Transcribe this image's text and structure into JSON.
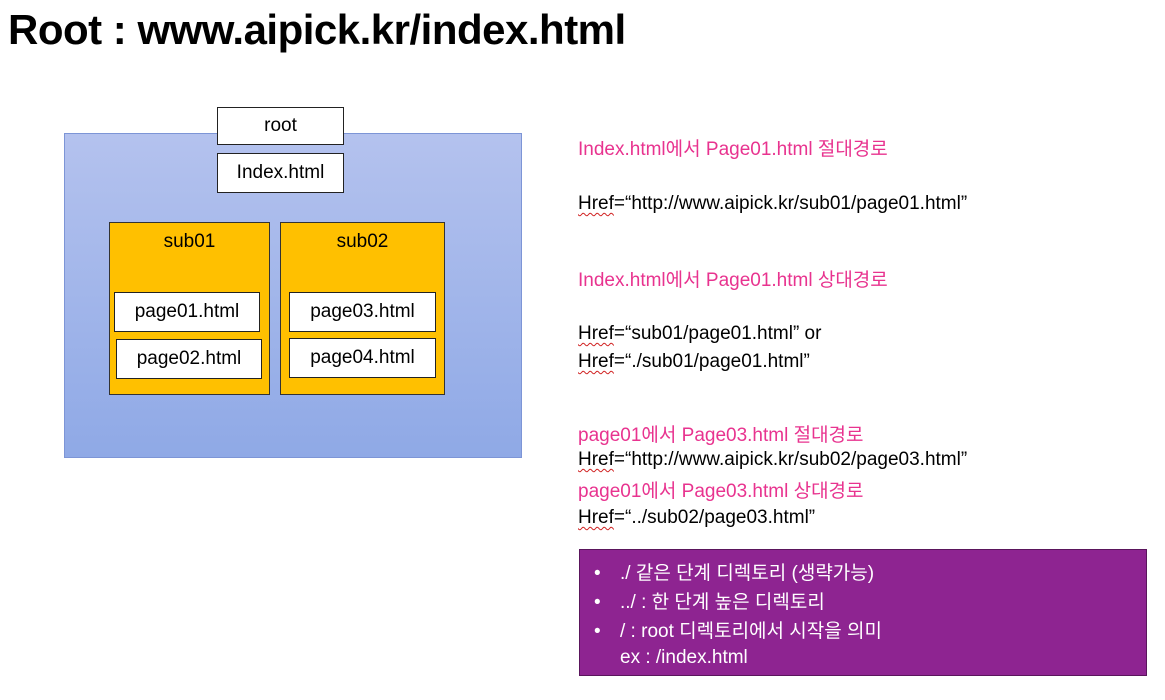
{
  "title": "Root : www.aipick.kr/index.html",
  "tree": {
    "root_label": "root",
    "index_label": "Index.html",
    "folders": [
      {
        "name": "sub01",
        "files": [
          "page01.html",
          "page02.html"
        ]
      },
      {
        "name": "sub02",
        "files": [
          "page03.html",
          "page04.html"
        ]
      }
    ]
  },
  "examples": {
    "abs1_heading": "Index.html에서 Page01.html 절대경로",
    "abs1_code_attr": "Href",
    "abs1_code_value": "=“http://www.aipick.kr/sub01/page01.html”",
    "rel1_heading": "Index.html에서 Page01.html 상대경로",
    "rel1_code1_attr": "Href",
    "rel1_code1_value": "=“sub01/page01.html”  or",
    "rel1_code2_attr": "Href",
    "rel1_code2_value": "=“./sub01/page01.html”",
    "abs2_heading": "page01에서 Page03.html 절대경로",
    "abs2_code_attr": "Href",
    "abs2_code_value": "=“http://www.aipick.kr/sub02/page03.html”",
    "rel2_heading": "page01에서 Page03.html 상대경로",
    "rel2_code_attr": "Href",
    "rel2_code_value": "=“../sub02/page03.html”"
  },
  "notes": {
    "bullet": "•",
    "items": [
      "./ 같은 단계 디렉토리 (생략가능)",
      "../ : 한 단계 높은 디렉토리",
      "/ : root 디렉토리에서 시작을 의미"
    ],
    "example": "ex : /index.html"
  },
  "colors": {
    "root_area": "#a3b6ea",
    "folder": "#ffc000",
    "heading": "#e8338f",
    "notes_bg": "#8e2491"
  }
}
